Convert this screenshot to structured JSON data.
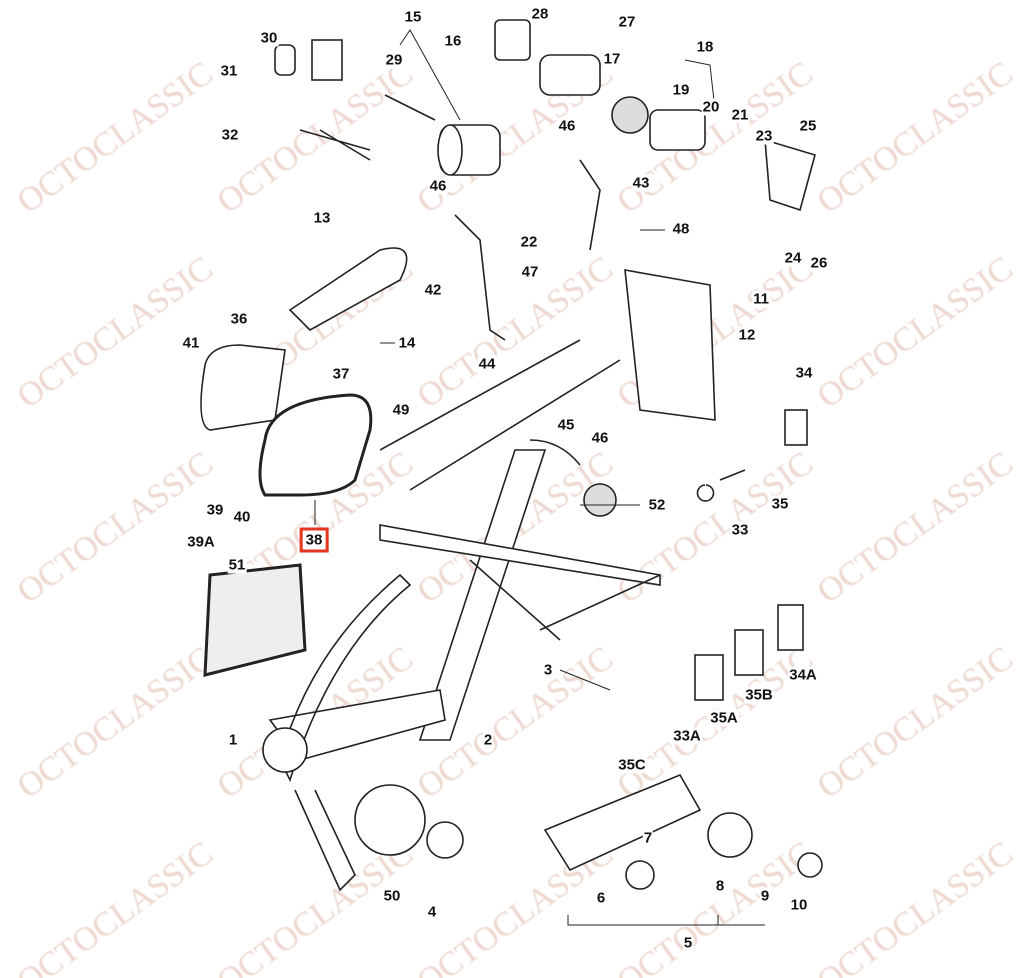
{
  "watermark": "OCTOCLASSIC",
  "highlight_color": "#e53420",
  "labels": [
    {
      "t": "15"
    },
    {
      "t": "28"
    },
    {
      "t": "27"
    },
    {
      "t": "30"
    },
    {
      "t": "16"
    },
    {
      "t": "17"
    },
    {
      "t": "18"
    },
    {
      "t": "31"
    },
    {
      "t": "29"
    },
    {
      "t": "19"
    },
    {
      "t": "20"
    },
    {
      "t": "21"
    },
    {
      "t": "46"
    },
    {
      "t": "32"
    },
    {
      "t": "25"
    },
    {
      "t": "23"
    },
    {
      "t": "43"
    },
    {
      "t": "46"
    },
    {
      "t": "13"
    },
    {
      "t": "48"
    },
    {
      "t": "22"
    },
    {
      "t": "24"
    },
    {
      "t": "26"
    },
    {
      "t": "47"
    },
    {
      "t": "42"
    },
    {
      "t": "11"
    },
    {
      "t": "36"
    },
    {
      "t": "14"
    },
    {
      "t": "41"
    },
    {
      "t": "12"
    },
    {
      "t": "37"
    },
    {
      "t": "44"
    },
    {
      "t": "34"
    },
    {
      "t": "49"
    },
    {
      "t": "45"
    },
    {
      "t": "46"
    },
    {
      "t": "52"
    },
    {
      "t": "39"
    },
    {
      "t": "40"
    },
    {
      "t": "35"
    },
    {
      "t": "33"
    },
    {
      "t": "38",
      "highlighted": true
    },
    {
      "t": "39A"
    },
    {
      "t": "51"
    },
    {
      "t": "34A"
    },
    {
      "t": "3"
    },
    {
      "t": "35B"
    },
    {
      "t": "35A"
    },
    {
      "t": "33A"
    },
    {
      "t": "1"
    },
    {
      "t": "2"
    },
    {
      "t": "35C"
    },
    {
      "t": "7"
    },
    {
      "t": "50"
    },
    {
      "t": "4"
    },
    {
      "t": "6"
    },
    {
      "t": "8"
    },
    {
      "t": "9"
    },
    {
      "t": "10"
    },
    {
      "t": "5"
    }
  ]
}
